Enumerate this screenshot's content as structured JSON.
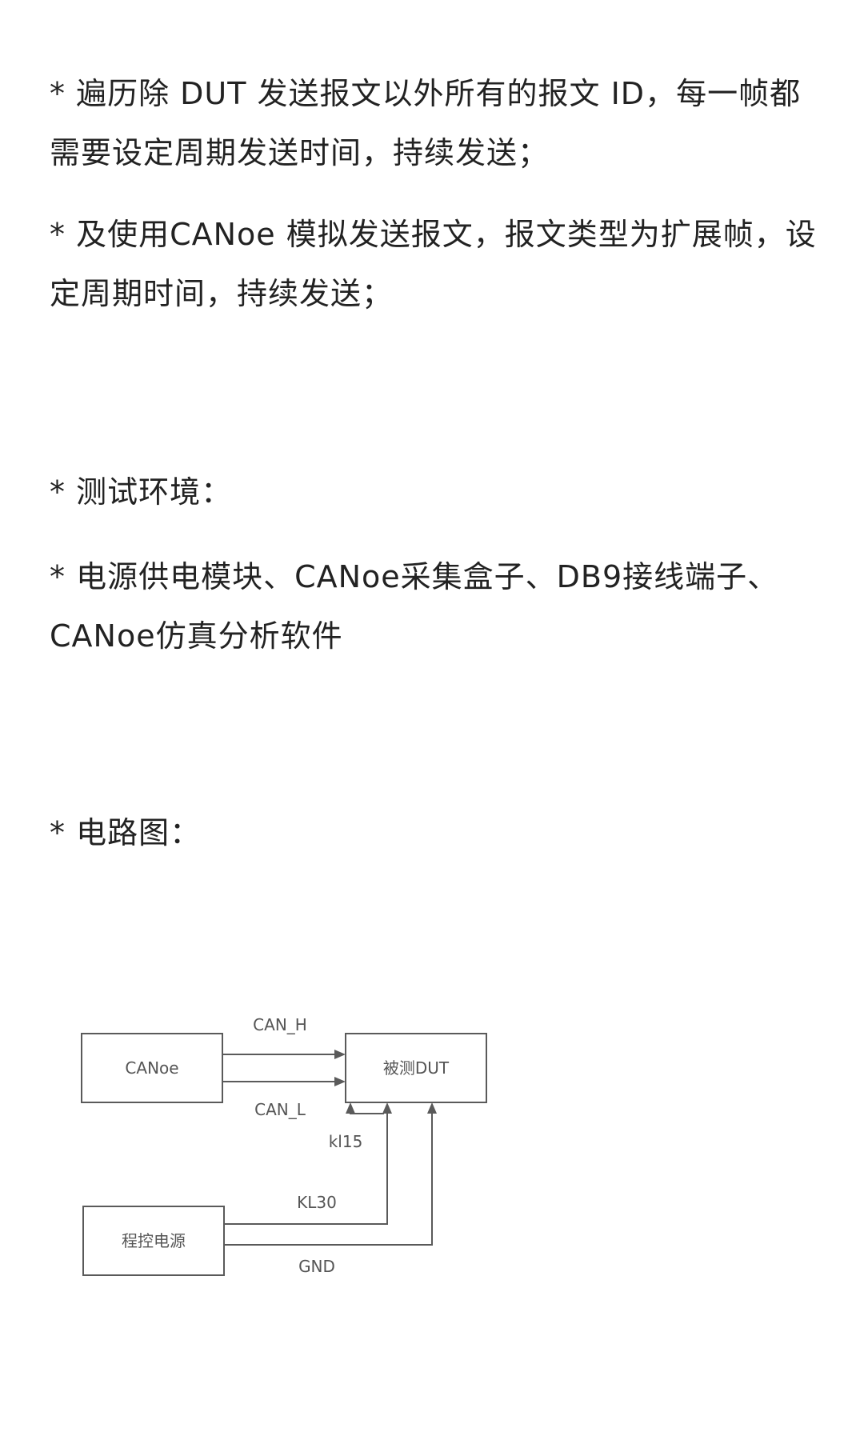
{
  "paragraphs": [
    "* 遍历除 DUT 发送报文以外所有的报文 ID，每一帧都需要设定周期发送时间，持续发送；",
    "* 及使用CANoe 模拟发送报文，报文类型为扩展帧，设定周期时间，持续发送；",
    "* 测试环境：",
    "* 电源供电模块、CANoe采集盒子、DB9接线端子、CANoe仿真分析软件",
    "* 电路图："
  ],
  "diagram": {
    "boxes": {
      "canoe": "CANoe",
      "dut": "被测DUT",
      "power": "程控电源"
    },
    "wires": {
      "can_h": "CAN_H",
      "can_l": "CAN_L",
      "kl15": "kl15",
      "kl30": "KL30",
      "gnd": "GND"
    }
  }
}
